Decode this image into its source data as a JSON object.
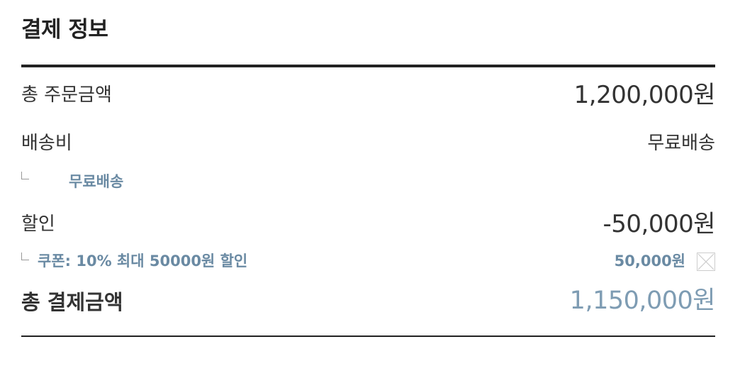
{
  "title": "결제 정보",
  "order_total": {
    "label": "총 주문금액",
    "value": "1,200,000원"
  },
  "shipping": {
    "label": "배송비",
    "value": "무료배송",
    "detail": "무료배송"
  },
  "discount": {
    "label": "할인",
    "value": "-50,000원",
    "coupon_label": "쿠폰: 10% 최대 50000원 할인",
    "coupon_amount": "50,000원",
    "remove_icon": "close-box-icon"
  },
  "payment_total": {
    "label": "총 결제금액",
    "value": "1,150,000원"
  },
  "colors": {
    "accent": "#6a8aa3",
    "total_value": "#7e9cb3",
    "rule": "#222222"
  }
}
